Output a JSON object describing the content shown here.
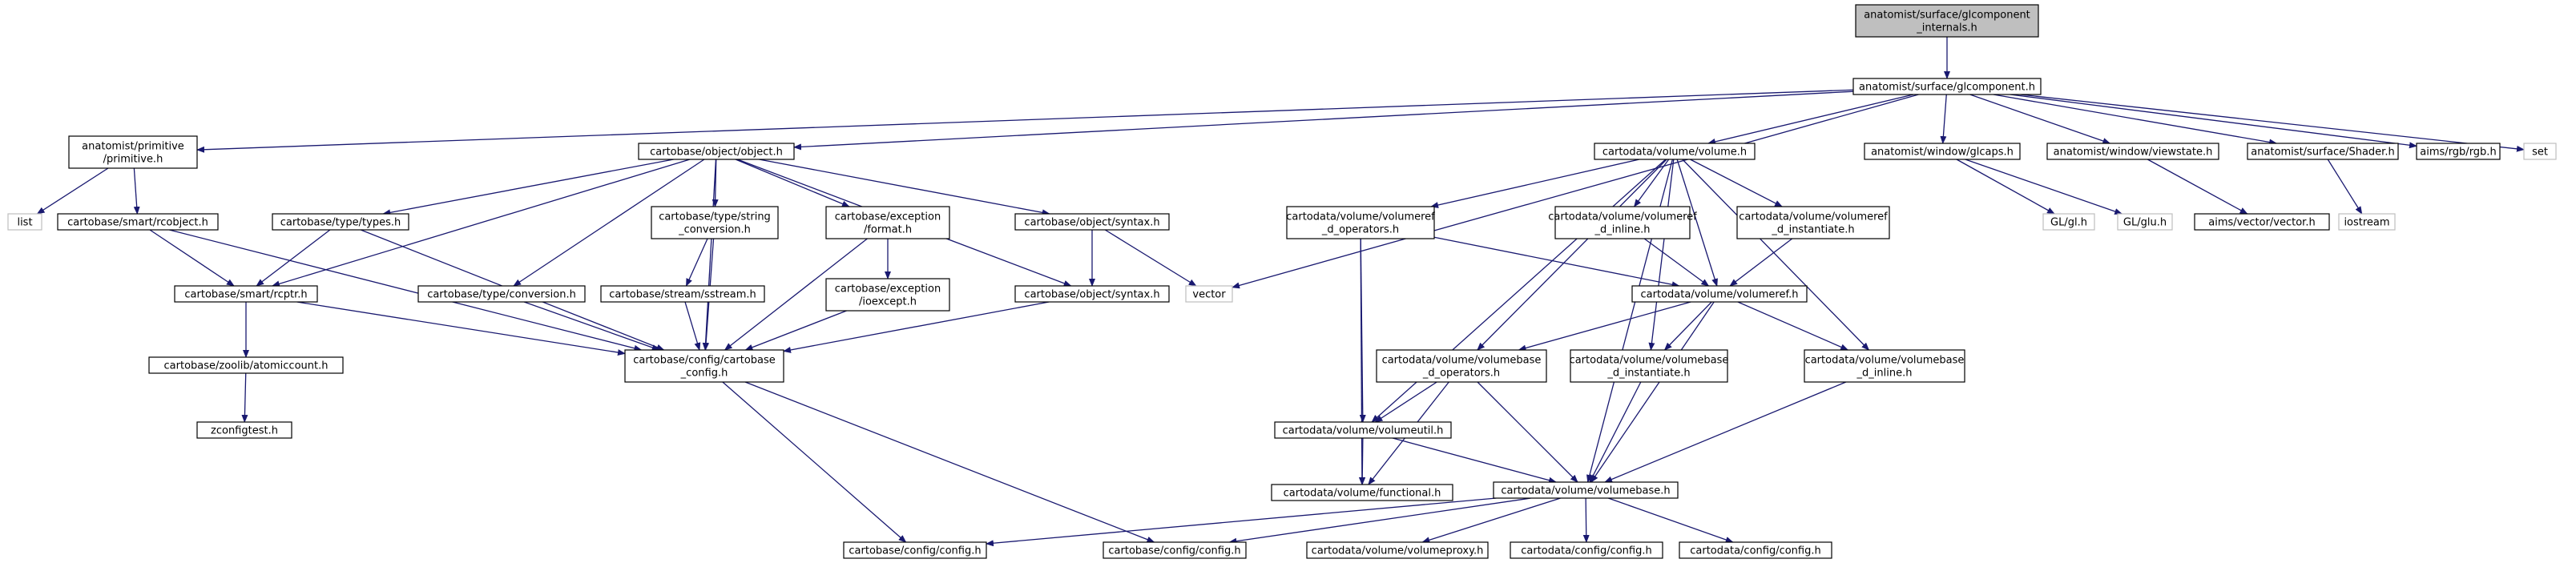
{
  "colors": {
    "edge": "#191970",
    "root_fill": "#bfbfbf",
    "node_border": "#000000",
    "leaf_border": "#bfbfbf",
    "background": "#ffffff"
  },
  "nodes": {
    "root": [
      "anatomist/surface/glcomponent",
      "_internals.h"
    ],
    "glcomponent": [
      "anatomist/surface/glcomponent.h"
    ],
    "primitive": [
      "anatomist/primitive",
      "/primitive.h"
    ],
    "list": [
      "list"
    ],
    "rcobject": [
      "cartobase/smart/rcobject.h"
    ],
    "rcptr": [
      "cartobase/smart/rcptr.h"
    ],
    "atomiccount": [
      "cartobase/zoolib/atomiccount.h"
    ],
    "zconfigtest": [
      "zconfigtest.h"
    ],
    "object": [
      "cartobase/object/object.h"
    ],
    "types": [
      "cartobase/type/types.h"
    ],
    "conversion": [
      "cartobase/type/conversion.h"
    ],
    "string_conv": [
      "cartobase/type/string",
      "_conversion.h"
    ],
    "sstream": [
      "cartobase/stream/sstream.h"
    ],
    "exc_format": [
      "cartobase/exception",
      "/format.h"
    ],
    "ioexcept": [
      "cartobase/exception",
      "/ioexcept.h"
    ],
    "syntax1": [
      "cartobase/object/syntax.h"
    ],
    "syntax2": [
      "cartobase/object/syntax.h"
    ],
    "cb_config": [
      "cartobase/config/cartobase",
      "_config.h"
    ],
    "config_a": [
      "cartobase/config/config.h"
    ],
    "config_b": [
      "cartobase/config/config.h"
    ],
    "vector": [
      "vector"
    ],
    "volume": [
      "cartodata/volume/volume.h"
    ],
    "vr_dops": [
      "cartodata/volume/volumeref",
      "_d_operators.h"
    ],
    "vr_dinline": [
      "cartodata/volume/volumeref",
      "_d_inline.h"
    ],
    "vr_dinst": [
      "cartodata/volume/volumeref",
      "_d_instantiate.h"
    ],
    "volumeref": [
      "cartodata/volume/volumeref.h"
    ],
    "vb_dops": [
      "cartodata/volume/volumebase",
      "_d_operators.h"
    ],
    "vb_dinst": [
      "cartodata/volume/volumebase",
      "_d_instantiate.h"
    ],
    "vb_dinline": [
      "cartodata/volume/volumebase",
      "_d_inline.h"
    ],
    "volumeutil": [
      "cartodata/volume/volumeutil.h"
    ],
    "functional": [
      "cartodata/volume/functional.h"
    ],
    "volumebase": [
      "cartodata/volume/volumebase.h"
    ],
    "volumeproxy": [
      "cartodata/volume/volumeproxy.h"
    ],
    "cd_config_a": [
      "cartodata/config/config.h"
    ],
    "cd_config_b": [
      "cartodata/config/config.h"
    ],
    "glcaps": [
      "anatomist/window/glcaps.h"
    ],
    "gl": [
      "GL/gl.h"
    ],
    "glu": [
      "GL/glu.h"
    ],
    "viewstate": [
      "anatomist/window/viewstate.h"
    ],
    "aims_vector": [
      "aims/vector/vector.h"
    ],
    "shader": [
      "anatomist/surface/Shader.h"
    ],
    "iostream": [
      "iostream"
    ],
    "rgb": [
      "aims/rgb/rgb.h"
    ],
    "set": [
      "set"
    ]
  },
  "edges": [
    [
      "root",
      "glcomponent"
    ],
    [
      "glcomponent",
      "primitive"
    ],
    [
      "glcomponent",
      "object"
    ],
    [
      "glcomponent",
      "vector"
    ],
    [
      "glcomponent",
      "volume"
    ],
    [
      "glcomponent",
      "glcaps"
    ],
    [
      "glcomponent",
      "viewstate"
    ],
    [
      "glcomponent",
      "shader"
    ],
    [
      "glcomponent",
      "rgb"
    ],
    [
      "glcomponent",
      "set"
    ],
    [
      "primitive",
      "list"
    ],
    [
      "primitive",
      "rcobject"
    ],
    [
      "rcobject",
      "rcptr"
    ],
    [
      "rcobject",
      "cb_config"
    ],
    [
      "rcptr",
      "atomiccount"
    ],
    [
      "rcptr",
      "cb_config"
    ],
    [
      "atomiccount",
      "zconfigtest"
    ],
    [
      "object",
      "rcptr"
    ],
    [
      "object",
      "types"
    ],
    [
      "object",
      "cb_config"
    ],
    [
      "object",
      "conversion"
    ],
    [
      "object",
      "string_conv"
    ],
    [
      "object",
      "exc_format"
    ],
    [
      "object",
      "syntax1"
    ],
    [
      "object",
      "syntax2"
    ],
    [
      "types",
      "rcptr"
    ],
    [
      "types",
      "cb_config"
    ],
    [
      "conversion",
      "cb_config"
    ],
    [
      "string_conv",
      "sstream"
    ],
    [
      "string_conv",
      "cb_config"
    ],
    [
      "sstream",
      "cb_config"
    ],
    [
      "exc_format",
      "ioexcept"
    ],
    [
      "exc_format",
      "cb_config"
    ],
    [
      "ioexcept",
      "cb_config"
    ],
    [
      "syntax1",
      "vector"
    ],
    [
      "syntax1",
      "syntax2"
    ],
    [
      "syntax2",
      "cb_config"
    ],
    [
      "cb_config",
      "config_a"
    ],
    [
      "cb_config",
      "config_b"
    ],
    [
      "volume",
      "vr_dops"
    ],
    [
      "volume",
      "vr_dinline"
    ],
    [
      "volume",
      "vr_dinst"
    ],
    [
      "volume",
      "volumeref"
    ],
    [
      "volume",
      "vb_dops"
    ],
    [
      "volume",
      "vb_dinst"
    ],
    [
      "volume",
      "vb_dinline"
    ],
    [
      "volume",
      "volumeutil"
    ],
    [
      "volume",
      "volumebase"
    ],
    [
      "vr_dops",
      "volumeref"
    ],
    [
      "vr_dops",
      "volumeutil"
    ],
    [
      "vr_dops",
      "functional"
    ],
    [
      "vr_dinline",
      "volumeref"
    ],
    [
      "vr_dinst",
      "volumeref"
    ],
    [
      "volumeref",
      "vb_dops"
    ],
    [
      "volumeref",
      "vb_dinst"
    ],
    [
      "volumeref",
      "vb_dinline"
    ],
    [
      "volumeref",
      "volumebase"
    ],
    [
      "vb_dops",
      "volumeutil"
    ],
    [
      "vb_dops",
      "functional"
    ],
    [
      "vb_dops",
      "volumebase"
    ],
    [
      "vb_dinst",
      "volumebase"
    ],
    [
      "vb_dinline",
      "volumebase"
    ],
    [
      "volumeutil",
      "functional"
    ],
    [
      "volumeutil",
      "volumebase"
    ],
    [
      "volumebase",
      "config_a"
    ],
    [
      "volumebase",
      "config_b"
    ],
    [
      "volumebase",
      "volumeproxy"
    ],
    [
      "volumebase",
      "cd_config_a"
    ],
    [
      "volumebase",
      "cd_config_b"
    ],
    [
      "glcaps",
      "gl"
    ],
    [
      "glcaps",
      "glu"
    ],
    [
      "viewstate",
      "aims_vector"
    ],
    [
      "shader",
      "iostream"
    ]
  ]
}
